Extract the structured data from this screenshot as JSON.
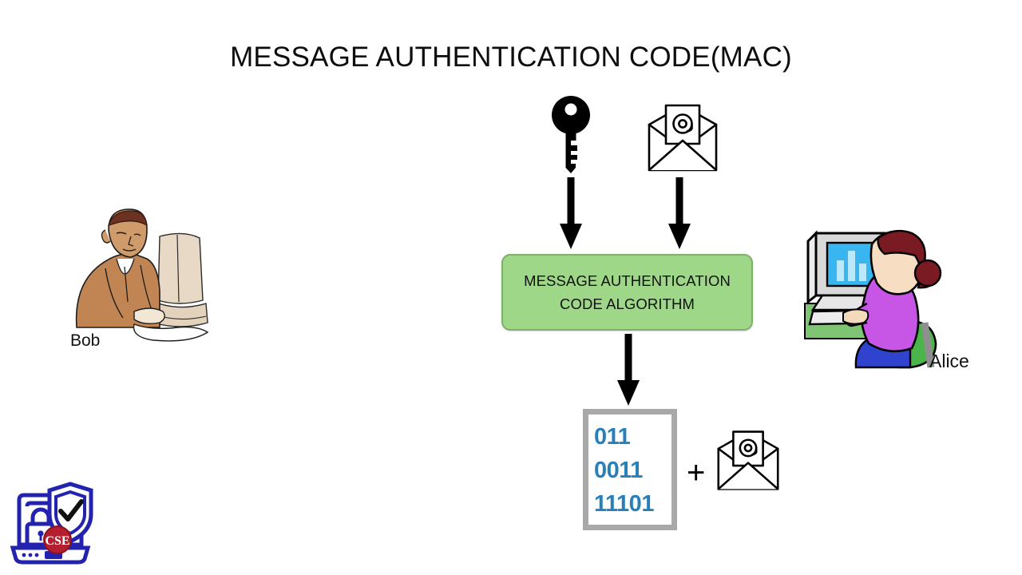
{
  "slide": {
    "title": "MESSAGE AUTHENTICATION CODE(MAC)",
    "background_color": "#ffffff"
  },
  "actors": {
    "left": {
      "name": "Bob",
      "icon": "man-at-computer-illustration"
    },
    "right": {
      "name": "Alice",
      "icon": "woman-at-computer-illustration"
    }
  },
  "inputs": [
    {
      "icon": "key-icon",
      "label": ""
    },
    {
      "icon": "envelope-at-icon",
      "label": ""
    }
  ],
  "process": {
    "label_line1": "MESSAGE AUTHENTICATION",
    "label_line2": "CODE  ALGORITHM",
    "fill_color": "#9ed787",
    "border_color": "#7fb06b",
    "text_color": "#111111"
  },
  "output": {
    "document": {
      "icon": "document-icon",
      "border_color": "#a9a9a9",
      "bit_color": "#2980b9",
      "bit_rows": [
        "011",
        "0011",
        "11101"
      ]
    },
    "operator": "+",
    "attachment": {
      "icon": "envelope-at-icon"
    }
  },
  "arrows": [
    {
      "name": "key-to-algorithm",
      "direction": "down",
      "color": "#000000"
    },
    {
      "name": "message-to-algorithm",
      "direction": "down",
      "color": "#000000"
    },
    {
      "name": "algorithm-to-output",
      "direction": "down",
      "color": "#000000"
    }
  ],
  "watermark": {
    "icon": "cyber-security-laptop-shield-logo",
    "badge_text": "CSE",
    "primary_color": "#2323b0",
    "badge_color": "#b31f2e"
  }
}
